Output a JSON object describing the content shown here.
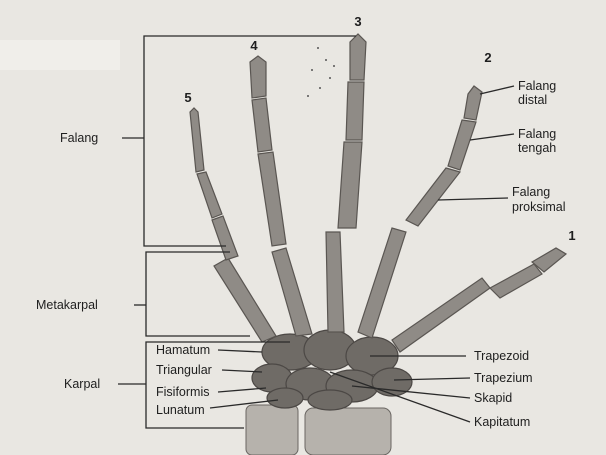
{
  "numbers": {
    "thumb": "1",
    "index": "2",
    "middle": "3",
    "ring": "4",
    "little": "5"
  },
  "labels": {
    "falang_group": "Falang",
    "metakarpal_group": "Metakarpal",
    "karpal_group": "Karpal",
    "falang_distal_1": "Falang",
    "falang_distal_2": "distal",
    "falang_tengah_1": "Falang",
    "falang_tengah_2": "tengah",
    "falang_proksimal_1": "Falang",
    "falang_proksimal_2": "proksimal",
    "hamatum": "Hamatum",
    "triangular": "Triangular",
    "fisiformis": "Fisiformis",
    "lunatum": "Lunatum",
    "trapezoid": "Trapezoid",
    "trapezium": "Trapezium",
    "skapid": "Skapid",
    "kapitatum": "Kapitatum"
  }
}
